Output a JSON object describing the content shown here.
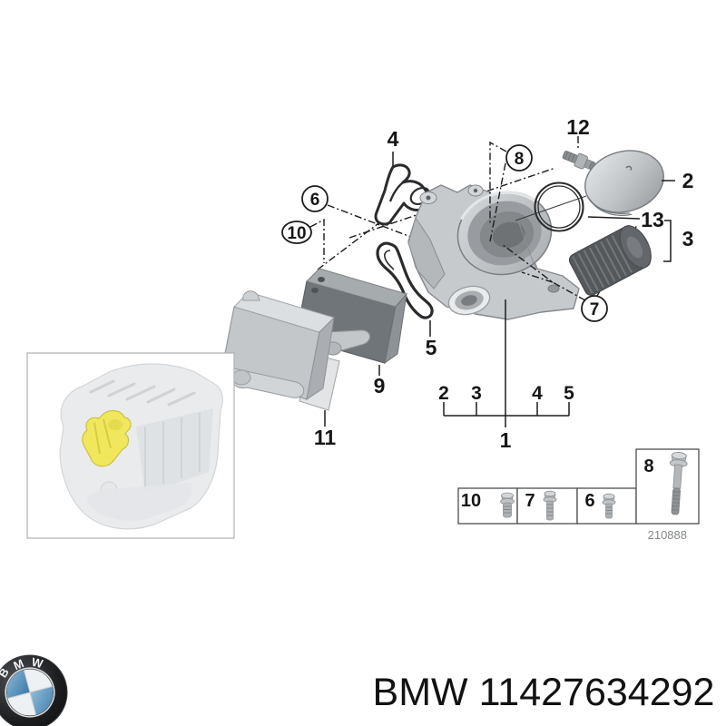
{
  "diagram": {
    "callouts": {
      "n1": "1",
      "n2": "2",
      "n3": "3",
      "n4": "4",
      "n5": "5",
      "n6": "6",
      "n7": "7",
      "n8": "8",
      "n9": "9",
      "n10": "10",
      "n11": "11",
      "n12": "12",
      "n13": "13"
    },
    "assembly_bracket": {
      "group_labels": [
        "2",
        "3",
        "4",
        "5"
      ],
      "main_label": "1"
    },
    "fasteners_table": {
      "cell_labels": [
        "10",
        "7",
        "6",
        "8"
      ],
      "drawing_number": "210888"
    },
    "engine_inset": {
      "highlight_color": "#f0e75c"
    }
  },
  "footer": {
    "part_label": "BMW 11427634292",
    "logo_letters": [
      "B",
      "M",
      "W"
    ],
    "logo_colors": {
      "ring_black": "#1a1c1e",
      "quadrant_blue": "#4386b4",
      "quadrant_white": "#eef1f3"
    }
  }
}
